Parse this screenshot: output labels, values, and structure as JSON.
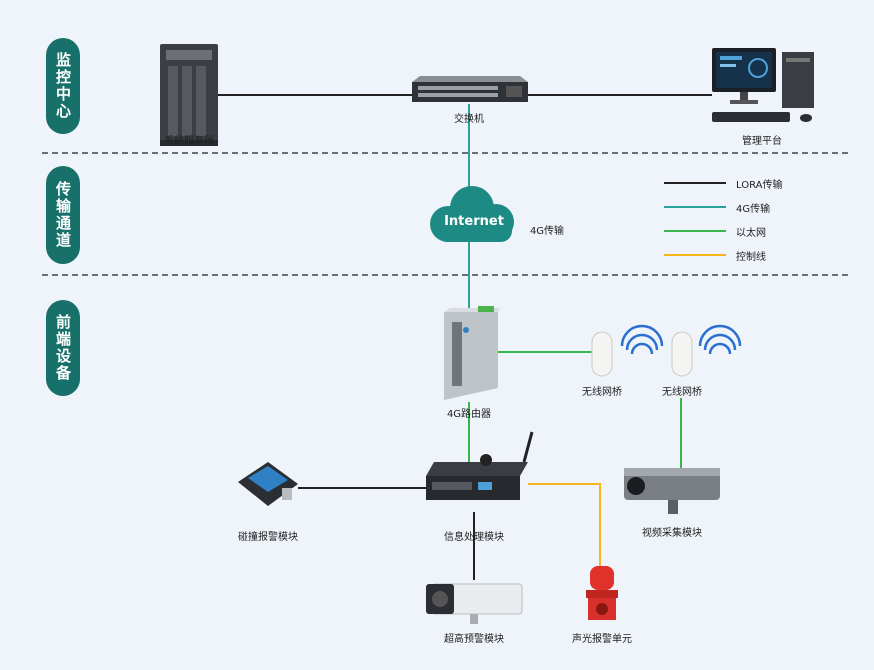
{
  "sections": [
    {
      "id": "monitor",
      "title": "监控中心"
    },
    {
      "id": "transport",
      "title": "传输通道"
    },
    {
      "id": "frontend",
      "title": "前端设备"
    }
  ],
  "nodes": {
    "server": "系统服务器",
    "switch": "交换机",
    "platform": "管理平台",
    "internet": "Internet",
    "internet_note": "4G传输",
    "router": "4G路由器",
    "bridge1": "无线网桥",
    "bridge2": "无线网桥",
    "collision": "碰撞报警模块",
    "processor": "信息处理模块",
    "video": "视频采集模块",
    "height": "超高预警模块",
    "alarm": "声光报警单元"
  },
  "legend": [
    {
      "label": "LORA传输",
      "color": "#222222"
    },
    {
      "label": "4G传输",
      "color": "#2aa39a"
    },
    {
      "label": "以太网",
      "color": "#3ab54a"
    },
    {
      "label": "控制线",
      "color": "#f5b51b"
    }
  ]
}
